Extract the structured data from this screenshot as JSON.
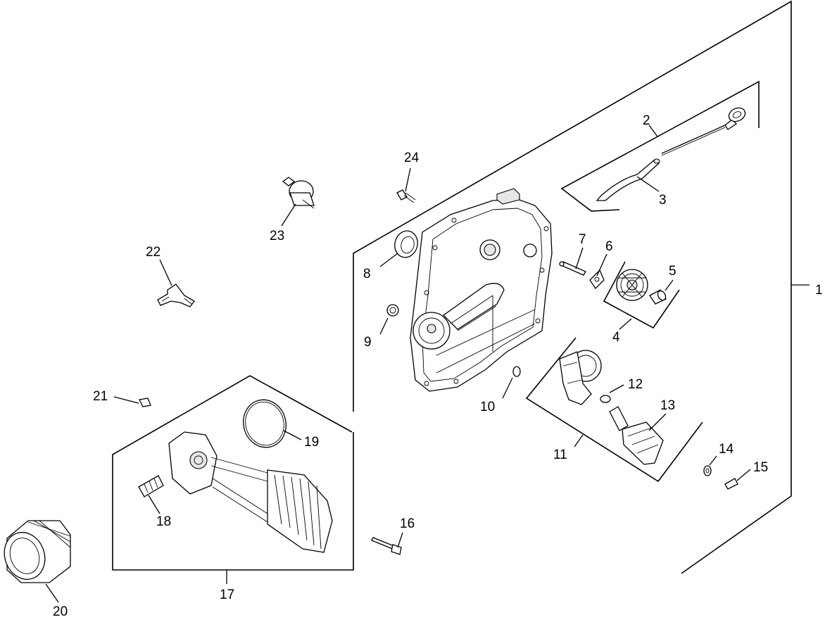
{
  "diagram": {
    "callouts": [
      {
        "id": "1",
        "text": "1"
      },
      {
        "id": "2",
        "text": "2"
      },
      {
        "id": "3",
        "text": "3"
      },
      {
        "id": "4",
        "text": "4"
      },
      {
        "id": "5",
        "text": "5"
      },
      {
        "id": "6",
        "text": "6"
      },
      {
        "id": "7",
        "text": "7"
      },
      {
        "id": "8",
        "text": "8"
      },
      {
        "id": "9",
        "text": "9"
      },
      {
        "id": "10",
        "text": "10"
      },
      {
        "id": "11",
        "text": "11"
      },
      {
        "id": "12",
        "text": "12"
      },
      {
        "id": "13",
        "text": "13"
      },
      {
        "id": "14",
        "text": "14"
      },
      {
        "id": "15",
        "text": "15"
      },
      {
        "id": "16",
        "text": "16"
      },
      {
        "id": "17",
        "text": "17"
      },
      {
        "id": "18",
        "text": "18"
      },
      {
        "id": "19",
        "text": "19"
      },
      {
        "id": "20",
        "text": "20"
      },
      {
        "id": "21",
        "text": "21"
      },
      {
        "id": "22",
        "text": "22"
      },
      {
        "id": "23",
        "text": "23"
      },
      {
        "id": "24",
        "text": "24"
      }
    ]
  }
}
